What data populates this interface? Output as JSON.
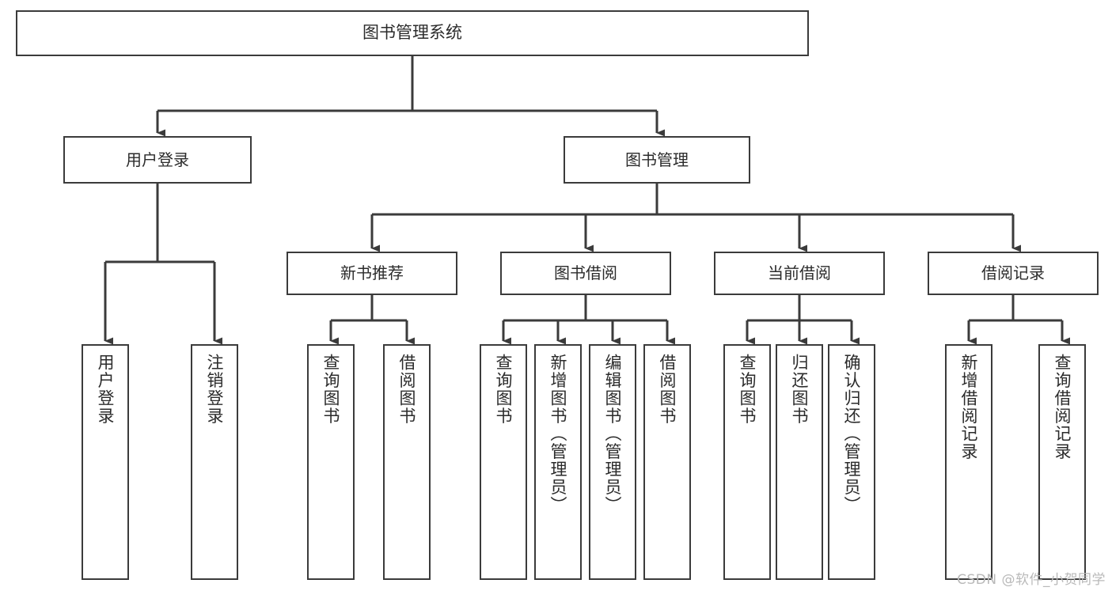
{
  "diagram": {
    "title": "图书管理系统",
    "type": "tree-hierarchy-chart",
    "watermark": "CSDN @软件_小贺同学",
    "colors": {
      "box_border": "#3b3b3b",
      "box_fill": "#ffffff",
      "connector": "#3b3b3b",
      "text": "#2b2b2b",
      "watermark": "#b9b9b9"
    },
    "root": {
      "label": "图书管理系统"
    },
    "level_one": [
      {
        "label": "用户登录"
      },
      {
        "label": "图书管理"
      }
    ],
    "level_two": [
      {
        "label": "新书推荐"
      },
      {
        "label": "图书借阅"
      },
      {
        "label": "当前借阅"
      },
      {
        "label": "借阅记录"
      }
    ],
    "leaves": {
      "user_login": [
        {
          "label": "用户登录"
        },
        {
          "label": "注销登录"
        }
      ],
      "new_book_recommend": [
        {
          "label": "查询图书"
        },
        {
          "label": "借阅图书"
        }
      ],
      "book_borrow": [
        {
          "label": "查询图书"
        },
        {
          "label": "新增图书（管理员）"
        },
        {
          "label": "编辑图书（管理员）"
        },
        {
          "label": "借阅图书"
        }
      ],
      "current_borrow": [
        {
          "label": "查询图书"
        },
        {
          "label": "归还图书"
        },
        {
          "label": "确认归还（管理员）"
        }
      ],
      "borrow_record": [
        {
          "label": "新增借阅记录"
        },
        {
          "label": "查询借阅记录"
        }
      ]
    }
  }
}
